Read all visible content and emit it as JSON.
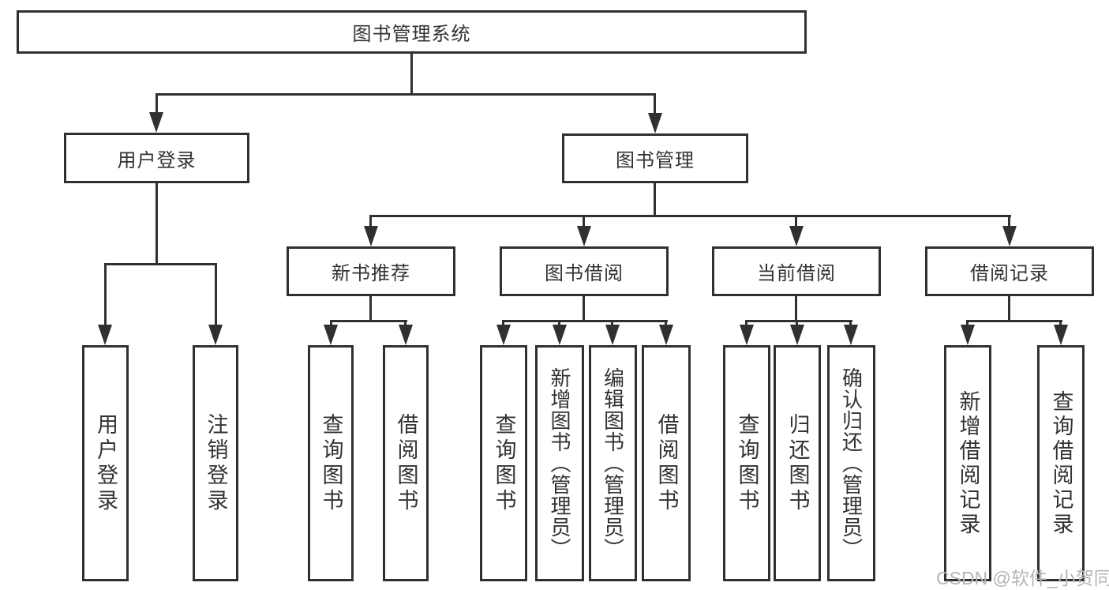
{
  "diagram": {
    "root": "图书管理系统",
    "level2": {
      "user_login": "用户登录",
      "book_management": "图书管理"
    },
    "user_login_children": [
      "用户登录",
      "注销登录"
    ],
    "book_management_children": [
      "新书推荐",
      "图书借阅",
      "当前借阅",
      "借阅记录"
    ],
    "new_book_children": [
      "查询图书",
      "借阅图书"
    ],
    "book_borrow_children": [
      "查询图书",
      "新增图书（管理员）",
      "编辑图书（管理员）",
      "借阅图书"
    ],
    "current_borrow_children": [
      "查询图书",
      "归还图书",
      "确认归还（管理员）"
    ],
    "borrow_record_children": [
      "新增借阅记录",
      "查询借阅记录"
    ]
  },
  "watermark": "CSDN @软件_小贺同学",
  "colors": {
    "line": "#303030",
    "text": "#333333",
    "watermark": "#b5b5b5",
    "background": "#ffffff"
  }
}
